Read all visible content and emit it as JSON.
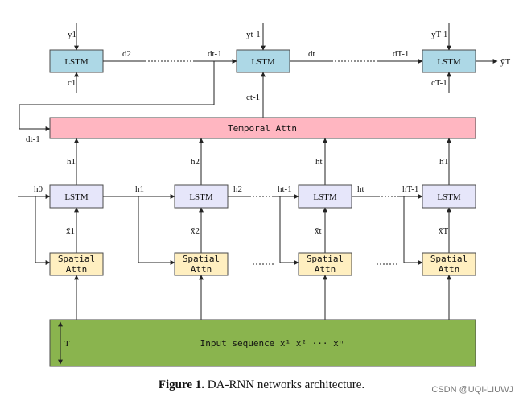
{
  "diagram": {
    "top_lstm": {
      "label": "LSTM",
      "inputs_y": [
        "y1",
        "yt-1",
        "yT-1"
      ],
      "inputs_c": [
        "c1",
        "",
        "cT-1"
      ],
      "links": [
        "d2",
        "dt-1",
        "dt",
        "dT-1"
      ],
      "output": "ŷT"
    },
    "context": {
      "label": "ct-1"
    },
    "d_feedback": "dt-1",
    "temporal_attn": "Temporal Attn",
    "hidden_up": [
      "h1",
      "h2",
      "ht",
      "hT"
    ],
    "bottom_lstm": {
      "label": "LSTM",
      "h0": "h0",
      "links": [
        "h1",
        "h2",
        "ht-1",
        "ht",
        "hT-1"
      ]
    },
    "xtilde": [
      "x̃1",
      "x̃2",
      "x̃t",
      "x̃T"
    ],
    "spatial_attn": {
      "line1": "Spatial",
      "line2": "Attn"
    },
    "input": {
      "label": "Input sequence x¹ x² ··· xⁿ",
      "axis": "T"
    }
  },
  "caption": {
    "bold": "Figure 1.",
    "text": "DA-RNN networks architecture."
  },
  "watermark": "CSDN @UQI-LIUWJ"
}
